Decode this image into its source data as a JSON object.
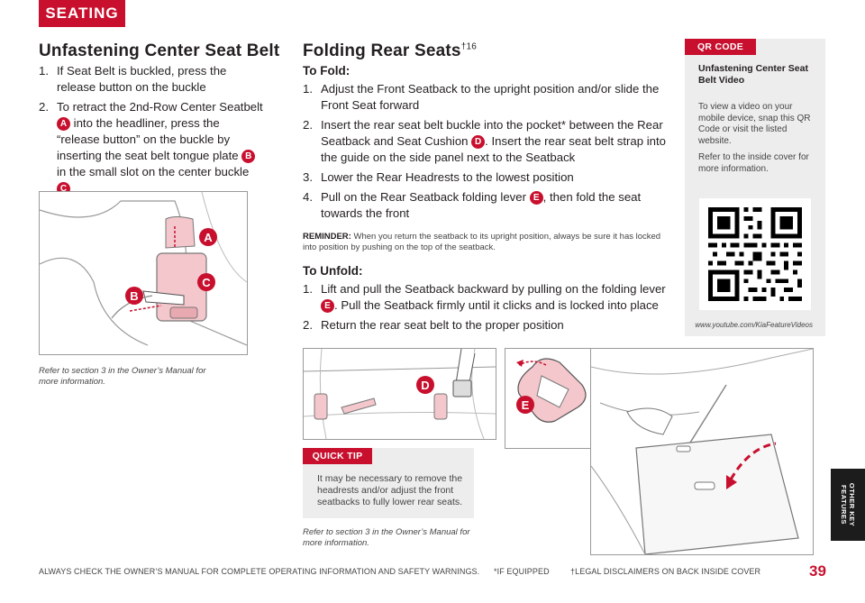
{
  "header": {
    "section_tab": "SEATING"
  },
  "left": {
    "title": "Unfastening Center Seat Belt",
    "steps": [
      {
        "num": "1.",
        "text": "If Seat Belt is buckled, press the release button on the buckle"
      },
      {
        "num": "2.",
        "text_a": "To retract the 2nd-Row Center Seatbelt",
        "badge_a": "A",
        "text_b": "into the headliner, press the “release button” on the buckle by inserting the seat belt tongue plate",
        "badge_b": "B",
        "text_c": "in the small slot on the center buckle",
        "badge_c": "C"
      }
    ],
    "image_labels": {
      "a": "A",
      "b": "B",
      "c": "C"
    },
    "note": "Refer to section 3 in the Owner’s Manual for more information."
  },
  "middle": {
    "title": "Folding Rear Seats",
    "title_sup": "†16",
    "fold_heading": "To Fold:",
    "fold_steps": [
      {
        "num": "1.",
        "text": "Adjust the Front Seatback to the upright position and/or slide the Front Seat forward"
      },
      {
        "num": "2.",
        "text_a": "Insert the rear seat belt buckle into the pocket* between the Rear Seatback and Seat Cushion",
        "badge": "D",
        "text_b": ". Insert the rear seat belt strap into the guide on the side panel next to the Seatback"
      },
      {
        "num": "3.",
        "text": "Lower the Rear Headrests to the lowest position"
      },
      {
        "num": "4.",
        "text_a": "Pull on the Rear Seatback folding lever",
        "badge": "E",
        "text_b": ", then fold the seat towards the front"
      }
    ],
    "reminder_label": "REMINDER:",
    "reminder_text": "When you return the seatback to its upright position, always be sure it has locked into position by pushing on the top of the seatback.",
    "unfold_heading": "To Unfold:",
    "unfold_steps": [
      {
        "num": "1.",
        "text_a": "Lift and pull the Seatback backward by pulling on the folding lever",
        "badge": "E",
        "text_b": ". Pull the Seatback firmly until it clicks and is locked into place"
      },
      {
        "num": "2.",
        "text": "Return the rear seat belt to the proper position"
      }
    ],
    "image_labels": {
      "d": "D",
      "e": "E"
    },
    "note": "Refer to section 3 in the Owner’s Manual for more information."
  },
  "qr": {
    "label": "QR CODE",
    "title": "Unfastening Center Seat Belt Video",
    "text1": "To view a video on your mobile device, snap this QR Code or visit the listed website.",
    "text2": "Refer to the inside cover for more information.",
    "url": "www.youtube.com/KiaFeatureVideos"
  },
  "quick_tip": {
    "label": "QUICK TIP",
    "text": "It may be necessary to remove the headrests and/or adjust the front seatbacks to fully lower rear seats."
  },
  "side_tab": {
    "line1": "OTHER KEY",
    "line2": "FEATURES"
  },
  "footer": {
    "warning": "ALWAYS CHECK THE OWNER’S MANUAL FOR COMPLETE OPERATING INFORMATION AND SAFETY WARNINGS.",
    "if_equipped": "*IF EQUIPPED",
    "disclaimer": "†LEGAL DISCLAIMERS ON BACK INSIDE COVER",
    "page_number": "39"
  },
  "colors": {
    "accent": "#c8102e",
    "panel": "#ededed",
    "dark_tab": "#1c1c1c"
  }
}
